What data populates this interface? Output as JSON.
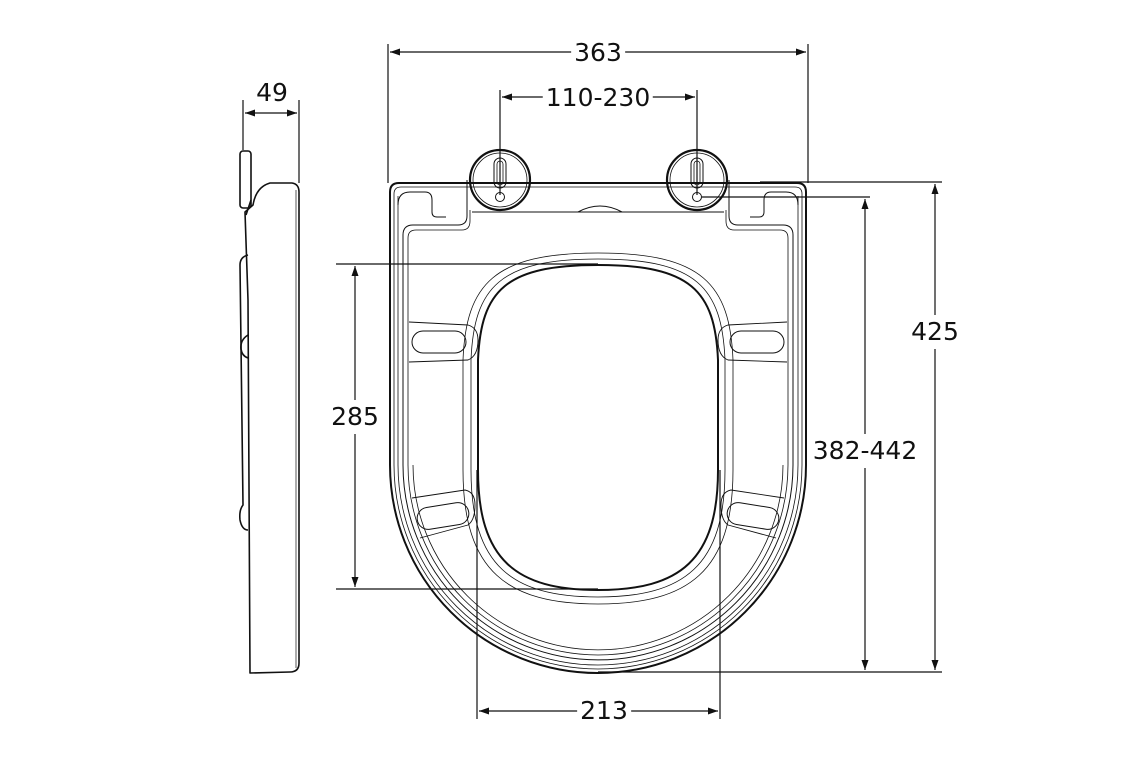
{
  "drawing": {
    "title": "Toilet seat dimensional drawing",
    "units": "mm",
    "line_color": "#111111",
    "background": "#ffffff",
    "views": [
      "side-view",
      "top-view"
    ]
  },
  "dimensions": {
    "overall_width": {
      "label": "363",
      "value": 363
    },
    "hinge_spacing": {
      "label": "110-230",
      "min": 110,
      "max": 230
    },
    "side_thickness": {
      "label": "49",
      "value": 49
    },
    "overall_length": {
      "label": "425",
      "value": 425
    },
    "fixing_to_front": {
      "label": "382-442",
      "min": 382,
      "max": 442
    },
    "opening_length": {
      "label": "285",
      "value": 285
    },
    "opening_width": {
      "label": "213",
      "value": 213
    }
  }
}
